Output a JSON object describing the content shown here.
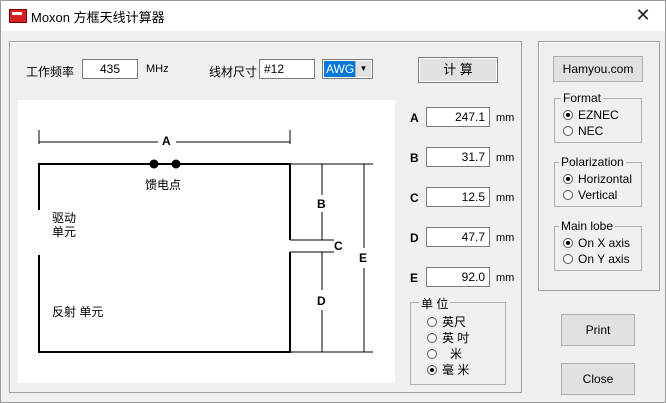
{
  "window": {
    "title": "Moxon 方框天线计算器",
    "close_glyph": "✕"
  },
  "inputs": {
    "freq_label": "工作频率",
    "freq_value": "435",
    "freq_unit": "MHz",
    "wire_label": "线材尺寸",
    "wire_value": "#12",
    "wire_type_selected": "AWG",
    "calc_button": "计  算"
  },
  "diagram": {
    "A": "A",
    "B": "B",
    "C": "C",
    "D": "D",
    "E": "E",
    "feed_point": "馈电点",
    "driven_line1": "驱动",
    "driven_line2": "单元",
    "reflector": "反射 单元"
  },
  "results": [
    {
      "letter": "A",
      "value": "247.1",
      "unit": "mm"
    },
    {
      "letter": "B",
      "value": "31.7",
      "unit": "mm"
    },
    {
      "letter": "C",
      "value": "12.5",
      "unit": "mm"
    },
    {
      "letter": "D",
      "value": "47.7",
      "unit": "mm"
    },
    {
      "letter": "E",
      "value": "92.0",
      "unit": "mm"
    }
  ],
  "units_group": {
    "title": "单    位",
    "options": [
      {
        "label": "英尺",
        "checked": false
      },
      {
        "label": "英 吋",
        "checked": false
      },
      {
        "label": "米",
        "checked": false
      },
      {
        "label": "毫  米",
        "checked": true
      }
    ]
  },
  "sidebar": {
    "hamyou_button": "Hamyou.com",
    "format": {
      "title": "Format",
      "options": [
        {
          "label": "EZNEC",
          "checked": true
        },
        {
          "label": "NEC",
          "checked": false
        }
      ]
    },
    "polarization": {
      "title": "Polarization",
      "options": [
        {
          "label": "Horizontal",
          "checked": true
        },
        {
          "label": "Vertical",
          "checked": false
        }
      ]
    },
    "main_lobe": {
      "title": "Main lobe",
      "options": [
        {
          "label": "On X axis",
          "checked": true
        },
        {
          "label": "On Y axis",
          "checked": false
        }
      ]
    },
    "print_button": "Print",
    "close_button": "Close"
  }
}
